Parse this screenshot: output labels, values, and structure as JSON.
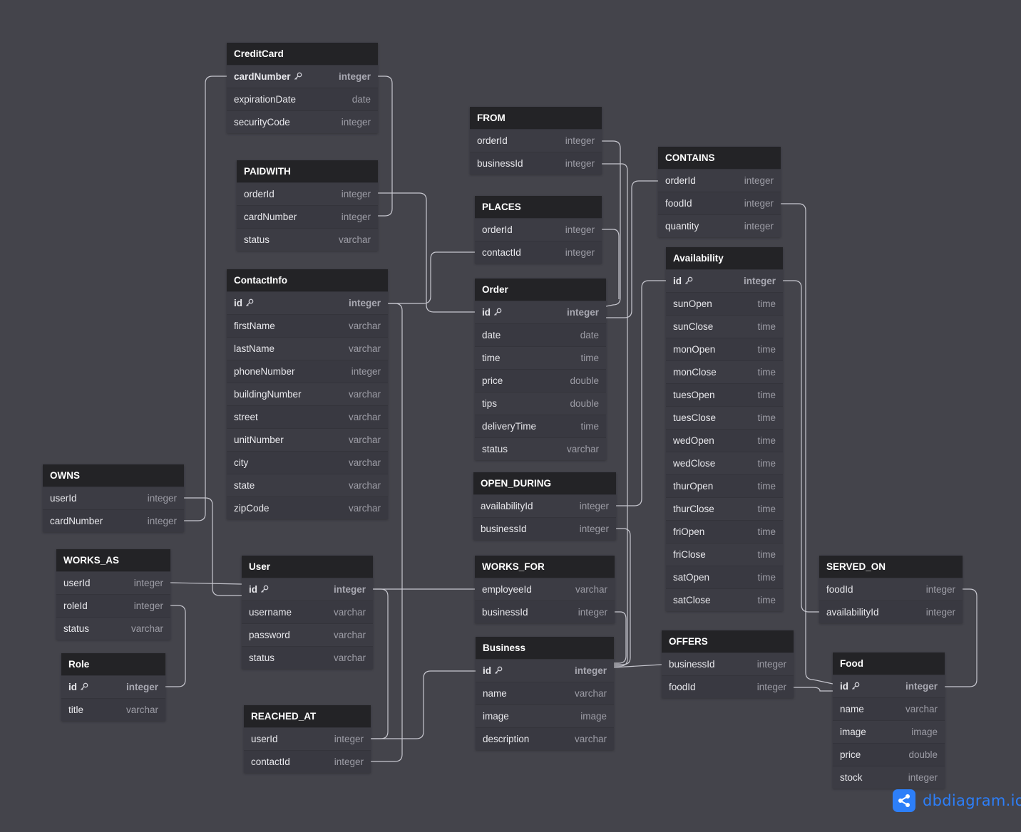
{
  "diagram": {
    "tables": [
      {
        "id": "creditcard",
        "name": "CreditCard",
        "fields": [
          {
            "name": "cardNumber",
            "type": "integer",
            "pk": true
          },
          {
            "name": "expirationDate",
            "type": "date"
          },
          {
            "name": "securityCode",
            "type": "integer"
          }
        ]
      },
      {
        "id": "paidwith",
        "name": "PAIDWITH",
        "fields": [
          {
            "name": "orderId",
            "type": "integer"
          },
          {
            "name": "cardNumber",
            "type": "integer"
          },
          {
            "name": "status",
            "type": "varchar"
          }
        ]
      },
      {
        "id": "contactinfo",
        "name": "ContactInfo",
        "fields": [
          {
            "name": "id",
            "type": "integer",
            "pk": true
          },
          {
            "name": "firstName",
            "type": "varchar"
          },
          {
            "name": "lastName",
            "type": "varchar"
          },
          {
            "name": "phoneNumber",
            "type": "integer"
          },
          {
            "name": "buildingNumber",
            "type": "varchar"
          },
          {
            "name": "street",
            "type": "varchar"
          },
          {
            "name": "unitNumber",
            "type": "varchar"
          },
          {
            "name": "city",
            "type": "varchar"
          },
          {
            "name": "state",
            "type": "varchar"
          },
          {
            "name": "zipCode",
            "type": "varchar"
          }
        ]
      },
      {
        "id": "owns",
        "name": "OWNS",
        "fields": [
          {
            "name": "userId",
            "type": "integer"
          },
          {
            "name": "cardNumber",
            "type": "integer"
          }
        ]
      },
      {
        "id": "works_as",
        "name": "WORKS_AS",
        "fields": [
          {
            "name": "userId",
            "type": "integer"
          },
          {
            "name": "roleId",
            "type": "integer"
          },
          {
            "name": "status",
            "type": "varchar"
          }
        ]
      },
      {
        "id": "role",
        "name": "Role",
        "fields": [
          {
            "name": "id",
            "type": "integer",
            "pk": true
          },
          {
            "name": "title",
            "type": "varchar"
          }
        ]
      },
      {
        "id": "user",
        "name": "User",
        "fields": [
          {
            "name": "id",
            "type": "integer",
            "pk": true
          },
          {
            "name": "username",
            "type": "varchar"
          },
          {
            "name": "password",
            "type": "varchar"
          },
          {
            "name": "status",
            "type": "varchar"
          }
        ]
      },
      {
        "id": "reached_at",
        "name": "REACHED_AT",
        "fields": [
          {
            "name": "userId",
            "type": "integer"
          },
          {
            "name": "contactId",
            "type": "integer"
          }
        ]
      },
      {
        "id": "from",
        "name": "FROM",
        "fields": [
          {
            "name": "orderId",
            "type": "integer"
          },
          {
            "name": "businessId",
            "type": "integer"
          }
        ]
      },
      {
        "id": "places",
        "name": "PLACES",
        "fields": [
          {
            "name": "orderId",
            "type": "integer"
          },
          {
            "name": "contactId",
            "type": "integer"
          }
        ]
      },
      {
        "id": "order",
        "name": "Order",
        "fields": [
          {
            "name": "id",
            "type": "integer",
            "pk": true
          },
          {
            "name": "date",
            "type": "date"
          },
          {
            "name": "time",
            "type": "time"
          },
          {
            "name": "price",
            "type": "double"
          },
          {
            "name": "tips",
            "type": "double"
          },
          {
            "name": "deliveryTime",
            "type": "time"
          },
          {
            "name": "status",
            "type": "varchar"
          }
        ]
      },
      {
        "id": "open_during",
        "name": "OPEN_DURING",
        "fields": [
          {
            "name": "availabilityId",
            "type": "integer"
          },
          {
            "name": "businessId",
            "type": "integer"
          }
        ]
      },
      {
        "id": "works_for",
        "name": "WORKS_FOR",
        "fields": [
          {
            "name": "employeeId",
            "type": "varchar"
          },
          {
            "name": "businessId",
            "type": "integer"
          }
        ]
      },
      {
        "id": "business",
        "name": "Business",
        "fields": [
          {
            "name": "id",
            "type": "integer",
            "pk": true
          },
          {
            "name": "name",
            "type": "varchar"
          },
          {
            "name": "image",
            "type": "image"
          },
          {
            "name": "description",
            "type": "varchar"
          }
        ]
      },
      {
        "id": "contains",
        "name": "CONTAINS",
        "fields": [
          {
            "name": "orderId",
            "type": "integer"
          },
          {
            "name": "foodId",
            "type": "integer"
          },
          {
            "name": "quantity",
            "type": "integer"
          }
        ]
      },
      {
        "id": "availability",
        "name": "Availability",
        "fields": [
          {
            "name": "id",
            "type": "integer",
            "pk": true
          },
          {
            "name": "sunOpen",
            "type": "time"
          },
          {
            "name": "sunClose",
            "type": "time"
          },
          {
            "name": "monOpen",
            "type": "time"
          },
          {
            "name": "monClose",
            "type": "time"
          },
          {
            "name": "tuesOpen",
            "type": "time"
          },
          {
            "name": "tuesClose",
            "type": "time"
          },
          {
            "name": "wedOpen",
            "type": "time"
          },
          {
            "name": "wedClose",
            "type": "time"
          },
          {
            "name": "thurOpen",
            "type": "time"
          },
          {
            "name": "thurClose",
            "type": "time"
          },
          {
            "name": "friOpen",
            "type": "time"
          },
          {
            "name": "friClose",
            "type": "time"
          },
          {
            "name": "satOpen",
            "type": "time"
          },
          {
            "name": "satClose",
            "type": "time"
          }
        ]
      },
      {
        "id": "offers",
        "name": "OFFERS",
        "fields": [
          {
            "name": "businessId",
            "type": "integer"
          },
          {
            "name": "foodId",
            "type": "integer"
          }
        ]
      },
      {
        "id": "served_on",
        "name": "SERVED_ON",
        "fields": [
          {
            "name": "foodId",
            "type": "integer"
          },
          {
            "name": "availabilityId",
            "type": "integer"
          }
        ]
      },
      {
        "id": "food",
        "name": "Food",
        "fields": [
          {
            "name": "id",
            "type": "integer",
            "pk": true
          },
          {
            "name": "name",
            "type": "varchar"
          },
          {
            "name": "image",
            "type": "image"
          },
          {
            "name": "price",
            "type": "double"
          },
          {
            "name": "stock",
            "type": "integer"
          }
        ]
      }
    ]
  },
  "brand": {
    "name": "dbdiagram.io"
  }
}
